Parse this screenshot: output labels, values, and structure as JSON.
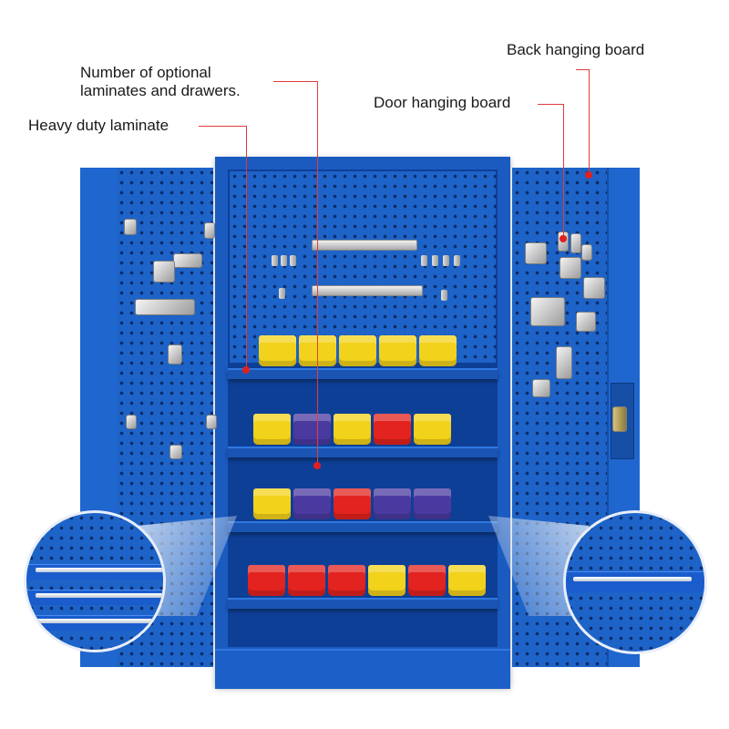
{
  "annotations": {
    "back_hanging_board": "Back hanging board",
    "door_hanging_board": "Door hanging board",
    "optional_laminates_line1": "Number of optional",
    "optional_laminates_line2": "laminates and drawers.",
    "heavy_duty_laminate": "Heavy duty laminate"
  },
  "colors": {
    "cabinet_blue": "#1d63c8",
    "leader_red": "#e23b3b",
    "bin_yellow": "#f2d21b",
    "bin_red": "#e2231f",
    "bin_purple": "#4a3aa0"
  },
  "shelves": [
    {
      "bins": [
        "yellow",
        "yellow",
        "yellow",
        "yellow",
        "yellow"
      ]
    },
    {
      "bins": [
        "yellow",
        "purple",
        "yellow",
        "red",
        "yellow"
      ]
    },
    {
      "bins": [
        "yellow",
        "purple",
        "red",
        "purple",
        "purple"
      ]
    },
    {
      "bins": [
        "red",
        "red",
        "red",
        "yellow",
        "red",
        "yellow"
      ]
    }
  ]
}
